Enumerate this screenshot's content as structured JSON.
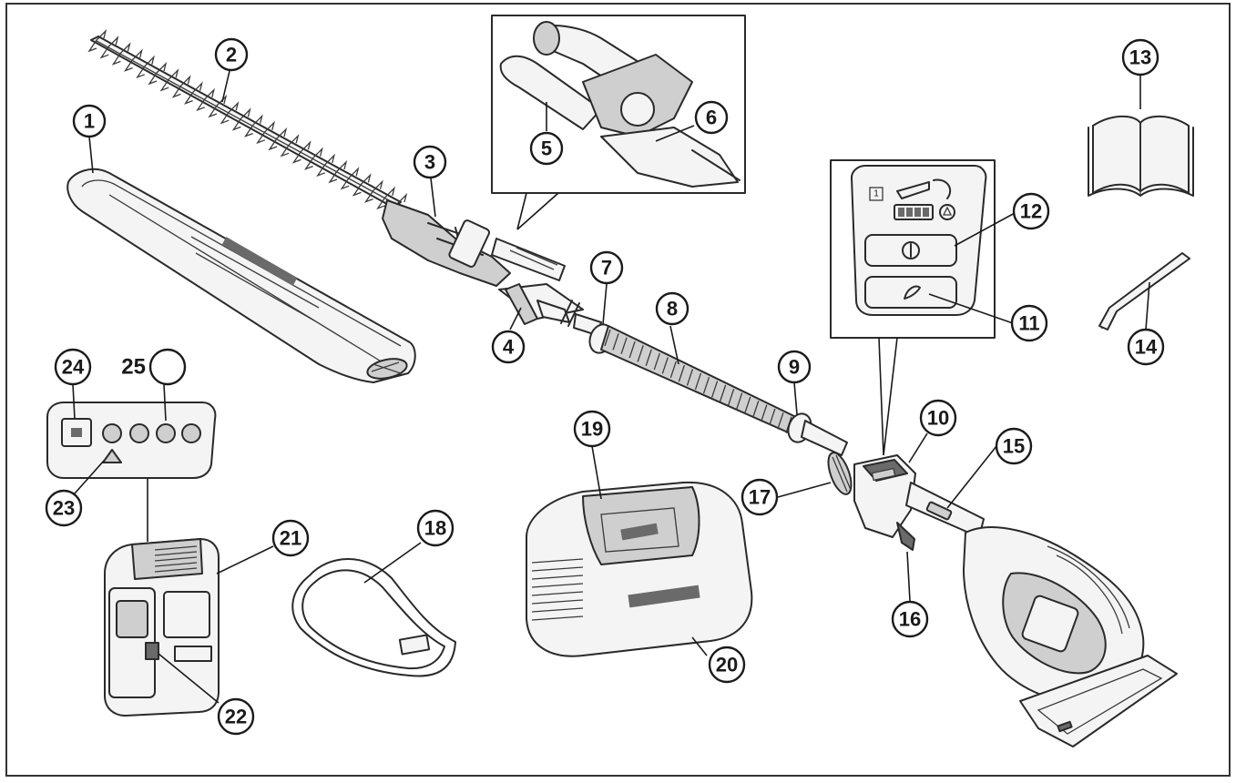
{
  "callouts": [
    {
      "id": "c1",
      "label": "1"
    },
    {
      "id": "c2",
      "label": "2"
    },
    {
      "id": "c3",
      "label": "3"
    },
    {
      "id": "c4",
      "label": "4"
    },
    {
      "id": "c5",
      "label": "5"
    },
    {
      "id": "c6",
      "label": "6"
    },
    {
      "id": "c7",
      "label": "7"
    },
    {
      "id": "c8",
      "label": "8"
    },
    {
      "id": "c9",
      "label": "9"
    },
    {
      "id": "c10",
      "label": "10"
    },
    {
      "id": "c11",
      "label": "11"
    },
    {
      "id": "c12",
      "label": "12"
    },
    {
      "id": "c13",
      "label": "13"
    },
    {
      "id": "c14",
      "label": "14"
    },
    {
      "id": "c15",
      "label": "15"
    },
    {
      "id": "c16",
      "label": "16"
    },
    {
      "id": "c17",
      "label": "17"
    },
    {
      "id": "c18",
      "label": "18"
    },
    {
      "id": "c19",
      "label": "19"
    },
    {
      "id": "c20",
      "label": "20"
    },
    {
      "id": "c21",
      "label": "21"
    },
    {
      "id": "c22",
      "label": "22"
    },
    {
      "id": "c23",
      "label": "23"
    },
    {
      "id": "c24",
      "label": "24"
    },
    {
      "id": "c25",
      "label": "25"
    }
  ],
  "colors": {
    "line": "#1a1a1a",
    "background": "#ffffff"
  }
}
